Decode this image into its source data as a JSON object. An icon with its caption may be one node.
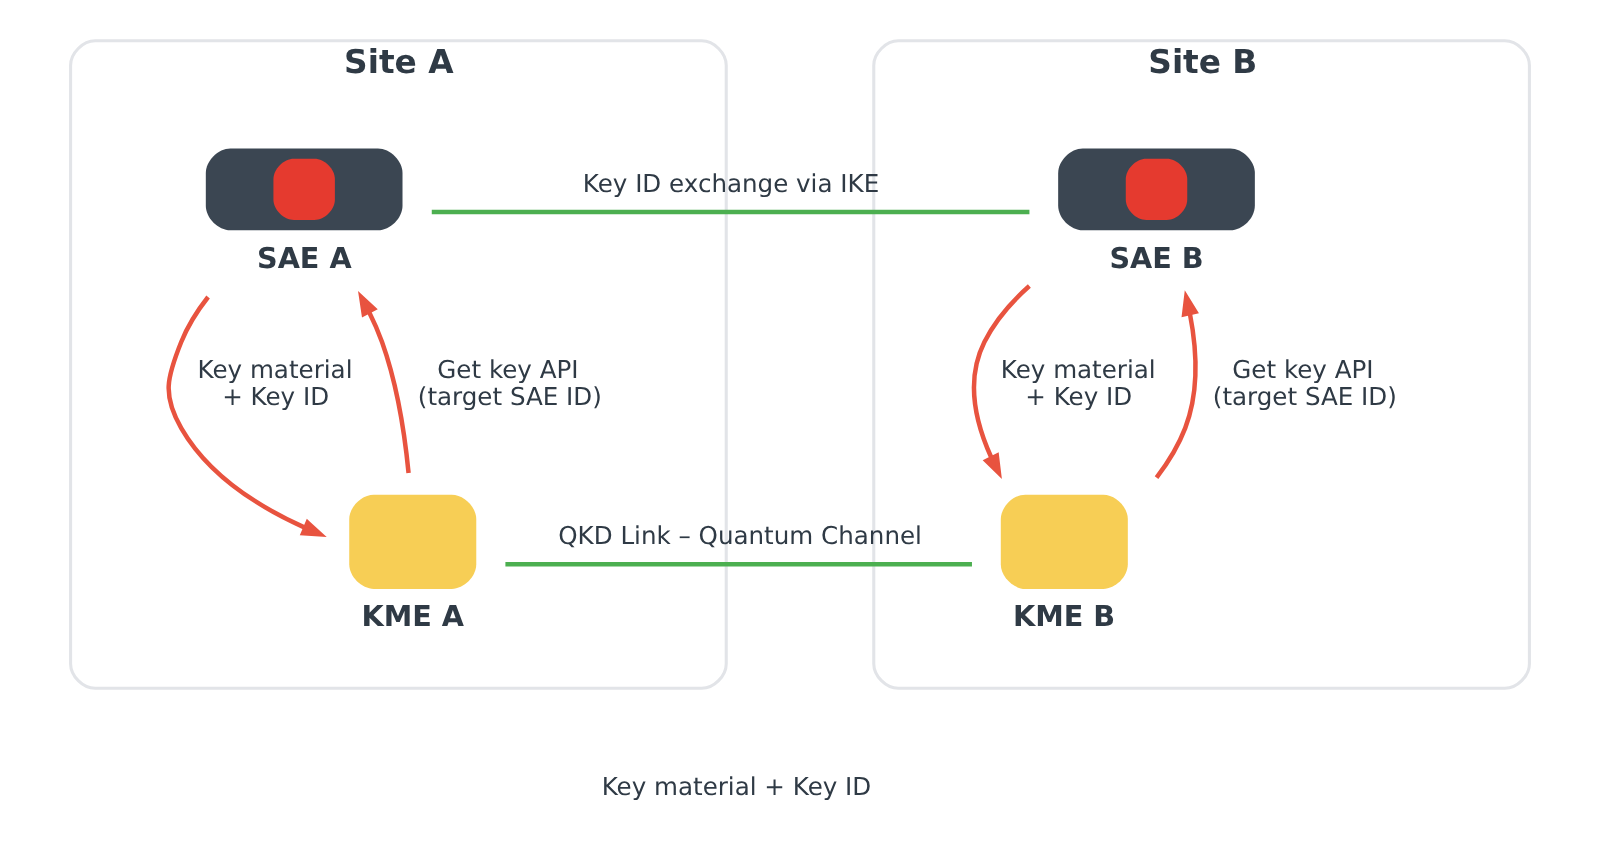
{
  "diagram": {
    "nodes": [
      {
        "text": [
          "Site A"
        ]
      },
      {
        "text": [
          "SAE A"
        ],
        "in": 0
      },
      {
        "text": [
          "KME A"
        ],
        "in": 0
      },
      {
        "text": [
          "Site B"
        ]
      },
      {
        "text": [
          "SAE B"
        ],
        "in": 3
      },
      {
        "text": [
          "KME B"
        ],
        "in": 3
      }
    ],
    "edges": [
      {
        "from": 1,
        "to": 4,
        "arrow": "none",
        "label": "Key ID exchange via IKE",
        "color": "#4caf50"
      },
      {
        "from": 1,
        "to": 2,
        "arrow": "to",
        "label": "Key material + Key ID"
      },
      {
        "from": 2,
        "to": 1,
        "arrow": "to",
        "label": "Get key API (target SAE ID)"
      },
      {
        "from": 4,
        "to": 5,
        "arrow": "to",
        "label": "Key material + Key ID"
      },
      {
        "from": 5,
        "to": 4,
        "arrow": "to",
        "label": "Get key API (target SAE ID)"
      },
      {
        "from": 2,
        "to": 5,
        "arrow": "none",
        "label": "QKD Link – Quantum Channel",
        "color": "#4caf50"
      }
    ],
    "labels": [
      "Key material + Key ID"
    ]
  }
}
